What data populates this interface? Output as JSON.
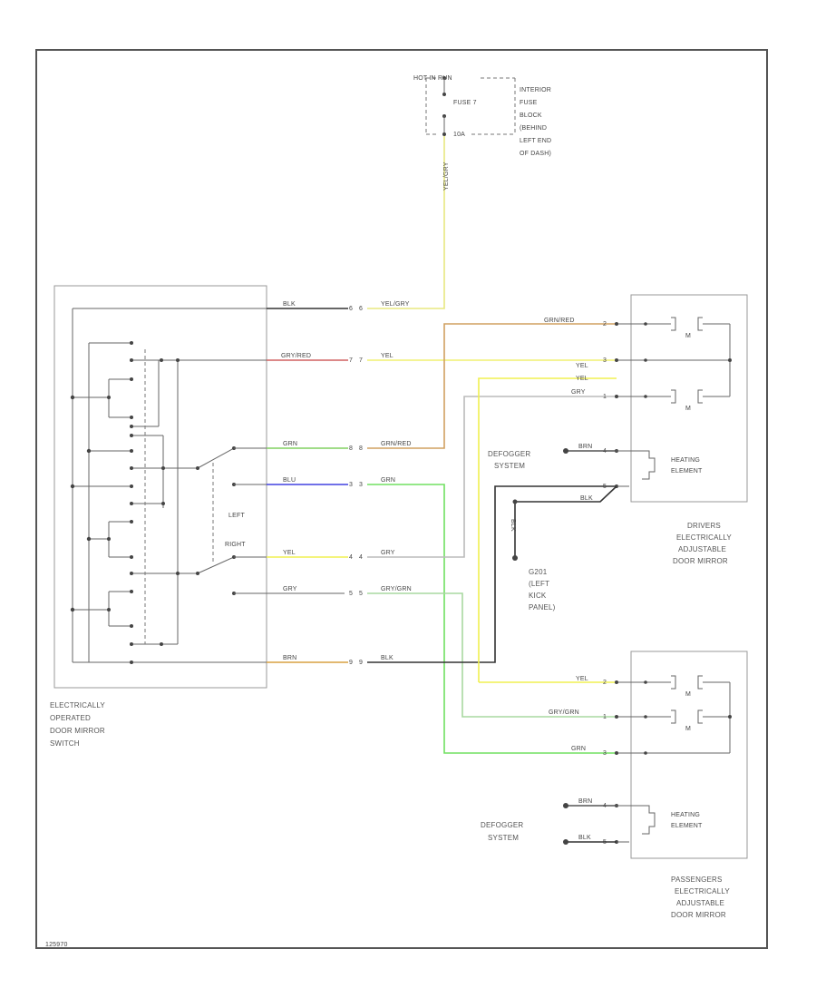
{
  "fuse_block": {
    "hot_label": "HOT IN RUN",
    "fuse_label": "FUSE 7",
    "amp_label": "10A",
    "location_lines": [
      "INTERIOR",
      "FUSE",
      "BLOCK",
      "(BEHIND",
      "LEFT END",
      "OF DASH)"
    ],
    "feed_wire": "YEL/GRY"
  },
  "switch": {
    "name_lines": [
      "ELECTRICALLY",
      "OPERATED",
      "DOOR MIRROR",
      "SWITCH"
    ],
    "left_label": "LEFT",
    "right_label": "RIGHT"
  },
  "wires": {
    "blk": "BLK",
    "gry_red": "GRY/RED",
    "yel": "YEL",
    "yel_gry": "YEL/GRY",
    "grn": "GRN",
    "grn_red": "GRN/RED",
    "blu": "BLU",
    "gry": "GRY",
    "gry_grn": "GRY/GRN",
    "brn": "BRN"
  },
  "pins": {
    "p1": "1",
    "p2": "2",
    "p3": "3",
    "p4": "4",
    "p5": "5",
    "p6": "6",
    "p7": "7",
    "p8": "8",
    "p9": "9"
  },
  "driver_mirror": {
    "name_lines": [
      "DRIVERS",
      "ELECTRICALLY",
      "ADJUSTABLE",
      "DOOR MIRROR"
    ],
    "heating_element_lines": [
      "HEATING",
      "ELEMENT"
    ],
    "motor_label": "M"
  },
  "passenger_mirror": {
    "name_lines": [
      "PASSENGERS",
      "ELECTRICALLY",
      "ADJUSTABLE",
      "DOOR MIRROR"
    ],
    "heating_element_lines": [
      "HEATING",
      "ELEMENT"
    ],
    "motor_label": "M"
  },
  "defogger_lines": [
    "DEFOGGER",
    "SYSTEM"
  ],
  "ground": {
    "wire": "BLK",
    "location_lines": [
      "G201",
      "(LEFT",
      "KICK",
      "PANEL)"
    ]
  },
  "diagram_id": "125970"
}
